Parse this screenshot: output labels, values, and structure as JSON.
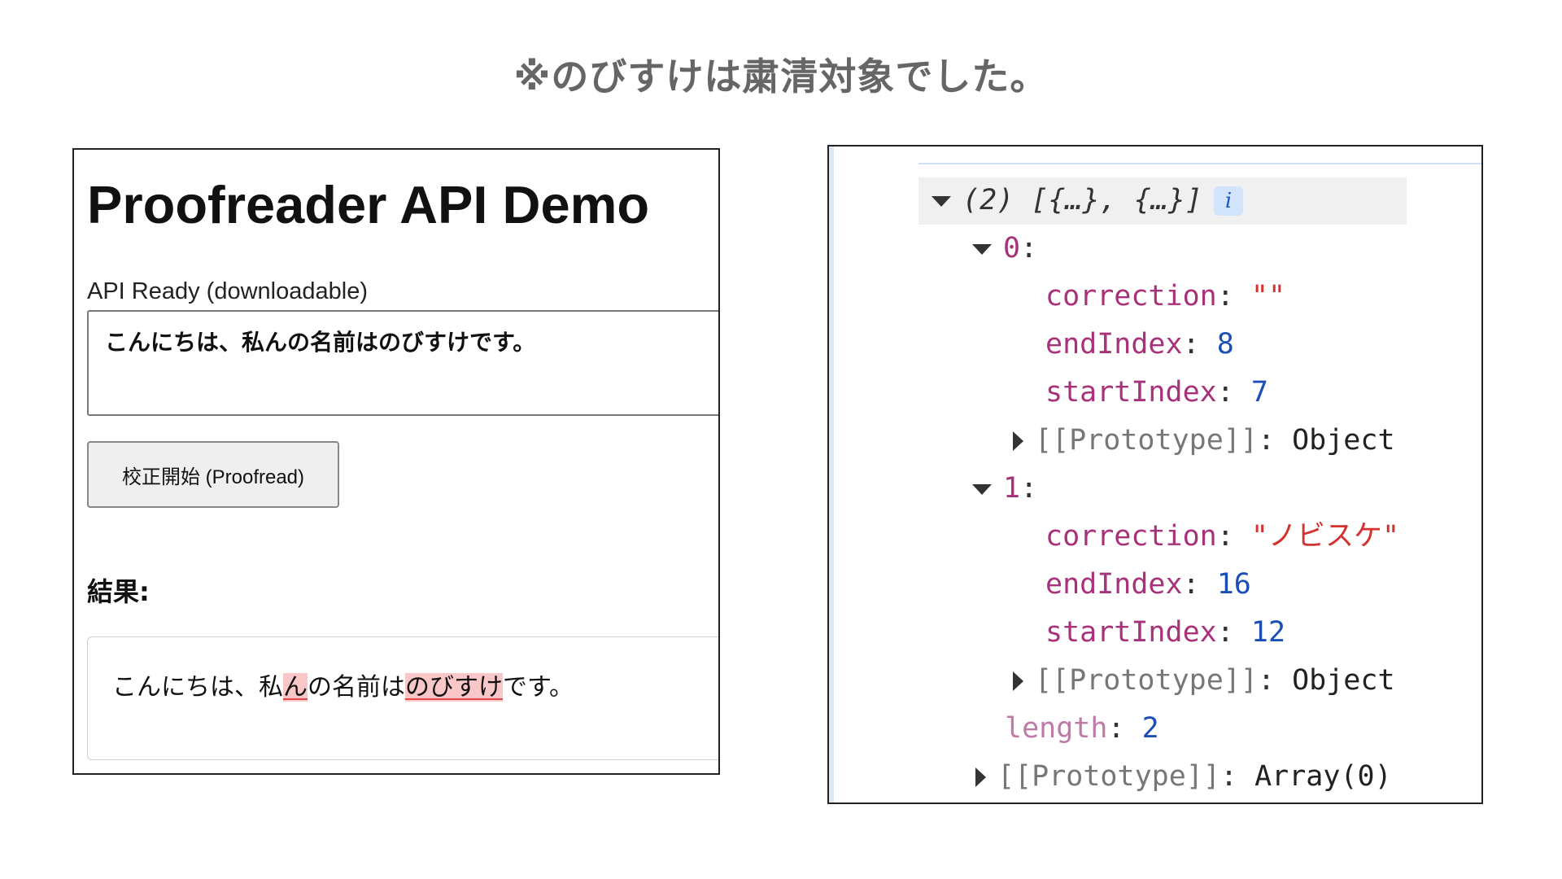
{
  "caption": "※のびすけは粛清対象でした。",
  "demo": {
    "title": "Proofreader API Demo",
    "status": "API Ready (downloadable)",
    "input_text": "こんにちは、私んの名前はのびすけです。",
    "button_label": "校正開始 (Proofread)",
    "result_heading": "結果:",
    "result": {
      "seg1": "こんにちは、私",
      "hl1": "ん",
      "seg2": "の名前は",
      "hl2": "のびすけ",
      "seg3": "です。"
    },
    "highlight_color": "#f9c7c7"
  },
  "console": {
    "array_summary": "(2) [{…}, {…}]",
    "info_badge": "i",
    "items": [
      {
        "index": "0",
        "correction": "\"\"",
        "endIndex": "8",
        "startIndex": "7",
        "prototype_label": "[[Prototype]]",
        "prototype_value": "Object"
      },
      {
        "index": "1",
        "correction": "\"ノビスケ\"",
        "endIndex": "16",
        "startIndex": "12",
        "prototype_label": "[[Prototype]]",
        "prototype_value": "Object"
      }
    ],
    "keys": {
      "correction": "correction",
      "endIndex": "endIndex",
      "startIndex": "startIndex",
      "length": "length"
    },
    "length_value": "2",
    "array_prototype_label": "[[Prototype]]",
    "array_prototype_value": "Array(0)",
    "colors": {
      "key": "#a83279",
      "string": "#d3322f",
      "number": "#1c4fb5"
    }
  }
}
